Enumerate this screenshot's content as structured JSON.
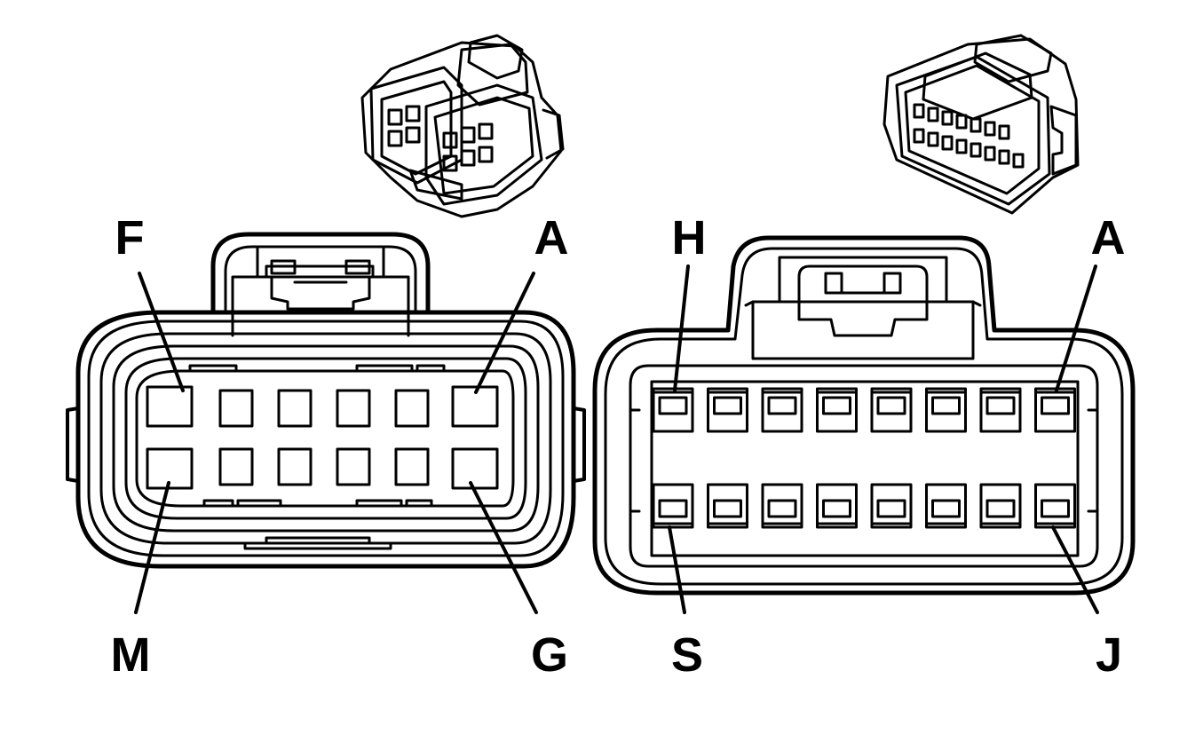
{
  "left_connector": {
    "pin_labels": {
      "top_left": "F",
      "top_right": "A",
      "bottom_left": "M",
      "bottom_right": "G"
    },
    "pin_count": 12
  },
  "right_connector": {
    "pin_labels": {
      "top_left": "H",
      "top_right": "A",
      "bottom_left": "S",
      "bottom_right": "J"
    },
    "pin_count": 16
  },
  "colors": {
    "line": "#000000",
    "background": "#ffffff"
  }
}
